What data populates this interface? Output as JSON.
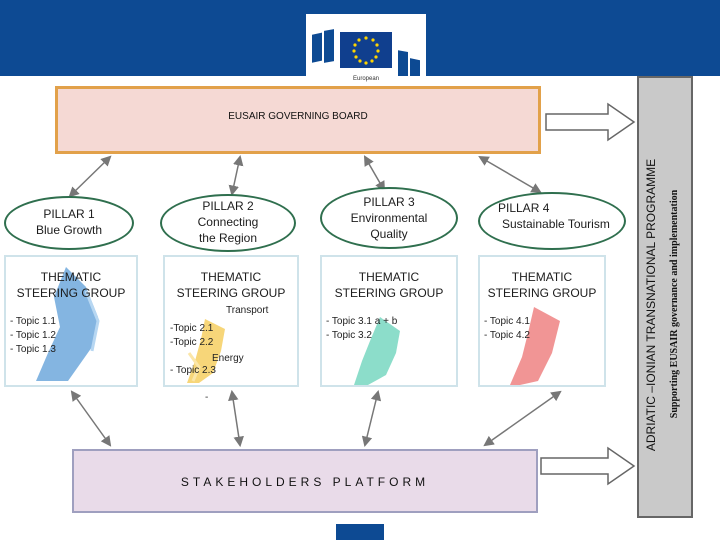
{
  "header": {
    "logo_caption": "European",
    "brand_color": "#0d4a93"
  },
  "board": {
    "label": "EUSAIR GOVERNING BOARD"
  },
  "pillars": [
    {
      "title_line1": "PILLAR 1",
      "title_line2": "Blue Growth",
      "title_line3": "",
      "tsg_line1": "THEMATIC",
      "tsg_line2": "STEERING GROUP",
      "topics": "- Topic 1.1\n- Topic 1.2\n- Topic 1.3",
      "accent": "#6fa8dc"
    },
    {
      "title_line1": "PILLAR 2",
      "title_line2": "Connecting",
      "title_line3": "the Region",
      "tsg_line1": "THEMATIC",
      "tsg_line2": "STEERING GROUP",
      "topics": "-Topic 2.1\n-Topic 2.2\n\n- Topic 2.3",
      "accent": "#f6d16a"
    },
    {
      "title_line1": "PILLAR 3",
      "title_line2": "Environmental",
      "title_line3": "Quality",
      "tsg_line1": "THEMATIC",
      "tsg_line2": "STEERING GROUP",
      "topics": "- Topic 3.1 a + b\n- Topic 3.2",
      "accent": "#7fd9c4"
    },
    {
      "title_line1": "PILLAR 4",
      "title_line2": "Sustainable Tourism",
      "title_line3": "",
      "tsg_line1": "THEMATIC",
      "tsg_line2": "STEERING GROUP",
      "topics": "- Topic 4.1\n- Topic 4.2",
      "accent": "#f08a8a"
    }
  ],
  "pillar2_extra": {
    "transport": "Transport",
    "energy": "Energy"
  },
  "dash_mark": "-",
  "platform": {
    "label": "STAKEHOLDERS PLATFORM"
  },
  "side_panel": {
    "line1": "ADRIATIC –IONIAN TRANSNATIONAL PROGRAMME",
    "line2": "Supporting EUSAIR governance and implementation"
  }
}
